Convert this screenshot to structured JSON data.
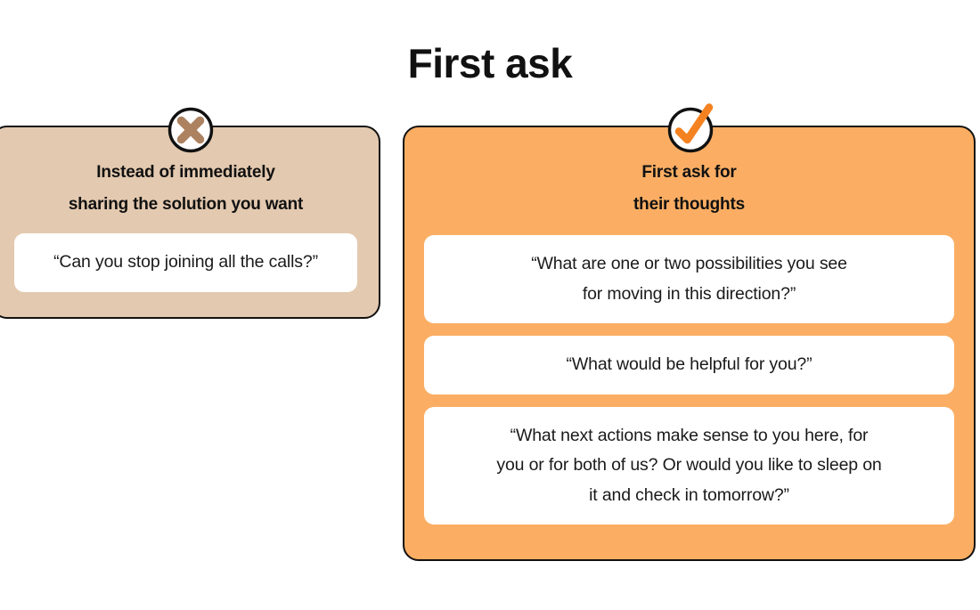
{
  "header": {
    "title": "First ask"
  },
  "colors": {
    "negative_card_bg": "#E3C9AF",
    "positive_card_bg": "#FBAE63",
    "quote_bg": "#FFFFFF",
    "border": "#111111",
    "x_icon": "#AD8260",
    "check_icon": "#F58220",
    "text": "#111111"
  },
  "cards": [
    {
      "id": "negative",
      "badge_icon": "x-circle-icon",
      "heading_lines": [
        "Instead of immediately",
        "sharing the solution you want"
      ],
      "quotes": [
        {
          "lines": [
            "“Can you stop joining all the calls?”"
          ]
        }
      ]
    },
    {
      "id": "positive",
      "badge_icon": "check-circle-icon",
      "heading_lines": [
        "First ask for",
        "their thoughts"
      ],
      "quotes": [
        {
          "lines": [
            "“What are one or two possibilities you see",
            "for moving in this direction?”"
          ]
        },
        {
          "lines": [
            "“What would be helpful for you?”"
          ]
        },
        {
          "lines": [
            "“What next actions make sense to you here, for",
            "you or for both of us? Or would you like to sleep on",
            "it and check in tomorrow?”"
          ]
        }
      ]
    }
  ]
}
